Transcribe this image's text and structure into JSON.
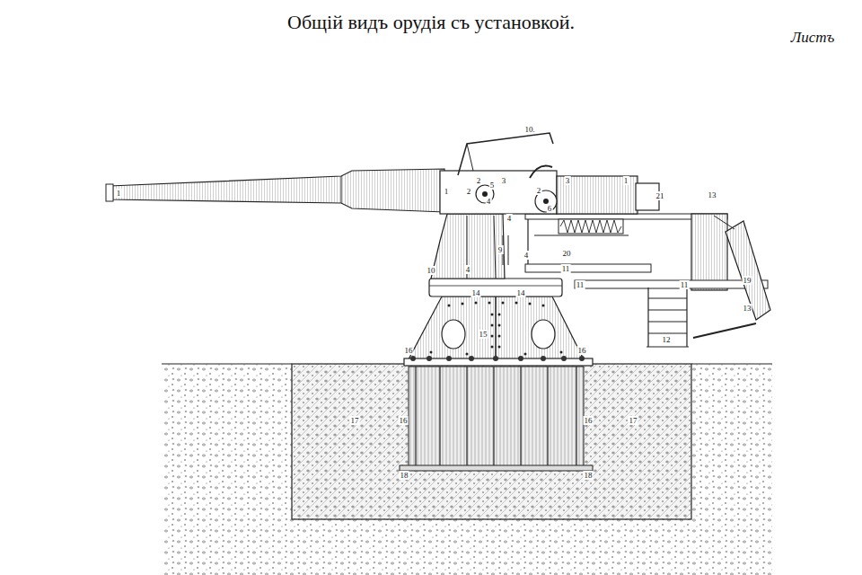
{
  "diagram": {
    "title": "Общій видъ орудія съ установкой.",
    "labels": [
      "Листъ",
      "1",
      "10.",
      "1",
      "2",
      "2",
      "3",
      "5",
      "4",
      "2",
      "6",
      "3",
      "1",
      "21",
      "13",
      "4",
      "9",
      "4",
      "20",
      "11",
      "10",
      "4",
      "11",
      "11",
      "14",
      "14",
      "15",
      "16",
      "16",
      "12",
      "13",
      "19",
      "17",
      "17",
      "16",
      "16",
      "18",
      "18"
    ]
  }
}
